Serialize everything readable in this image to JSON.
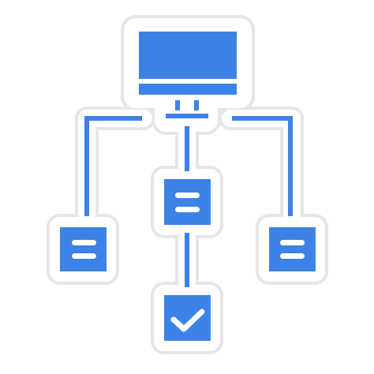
{
  "icon": {
    "name": "workflow-diagram-icon",
    "colors": {
      "fill": "#3d82e6",
      "white": "#ffffff",
      "outline": "#e6e6e6"
    },
    "parts": [
      "monitor-icon",
      "connector-lines",
      "document-icon-left",
      "document-icon-center",
      "document-icon-right",
      "checkmark-box-icon"
    ]
  }
}
